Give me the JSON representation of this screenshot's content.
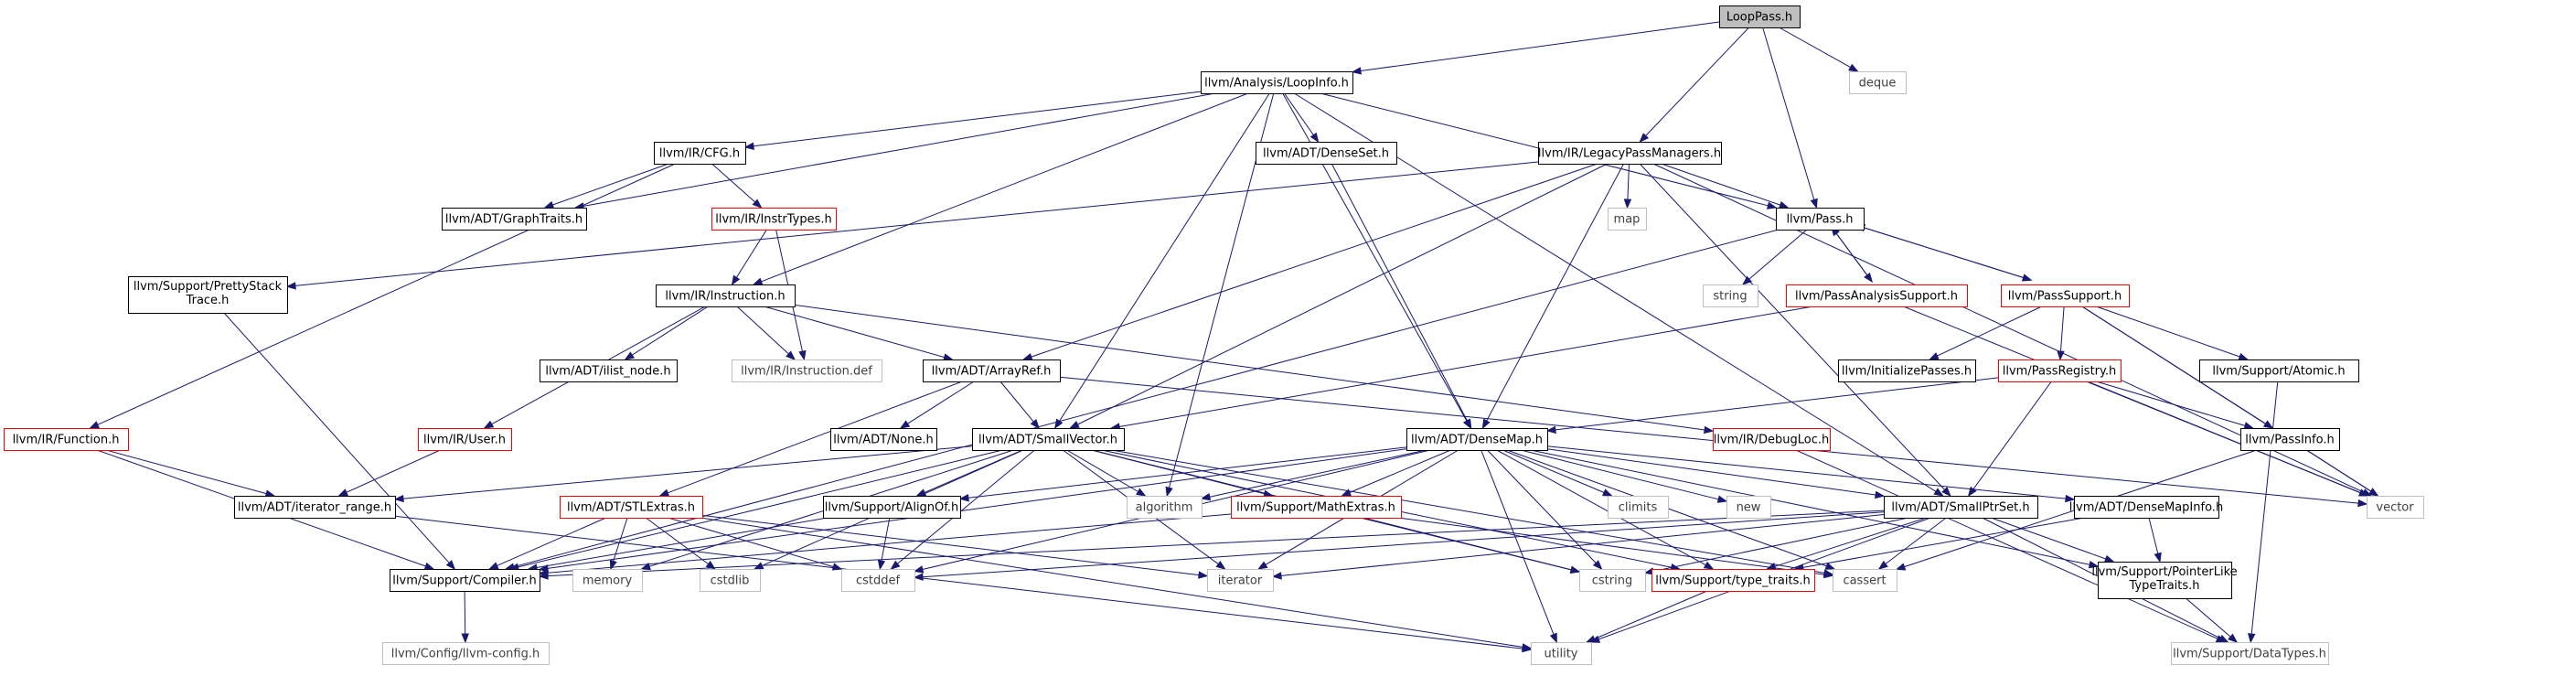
{
  "graph": {
    "title": "LoopPass.h",
    "colors": {
      "edge": "#191970",
      "border_default": "#000000",
      "border_error": "#ff0000",
      "border_system": "#bfbfbf",
      "fill_root": "#bfbfbf",
      "fill_default": "#ffffff",
      "text_default": "#000000",
      "text_system": "#404040"
    },
    "nodes": [
      {
        "id": "n0",
        "label": "LoopPass.h",
        "style": "root"
      },
      {
        "id": "n1",
        "label": "llvm/Analysis/LoopInfo.h",
        "style": "default"
      },
      {
        "id": "n2",
        "label": "llvm/IR/LegacyPassManagers.h",
        "style": "default"
      },
      {
        "id": "n3",
        "label": "deque",
        "style": "system"
      },
      {
        "id": "n4",
        "label": "llvm/Pass.h",
        "style": "default"
      },
      {
        "id": "n5",
        "label": "llvm/IR/CFG.h",
        "style": "default"
      },
      {
        "id": "n6",
        "label": "llvm/ADT/DenseSet.h",
        "style": "default"
      },
      {
        "id": "n7",
        "label": "llvm/ADT/GraphTraits.h",
        "style": "default"
      },
      {
        "id": "n8",
        "label": "llvm/IR/InstrTypes.h",
        "style": "error"
      },
      {
        "id": "n9",
        "label": "map",
        "style": "system"
      },
      {
        "id": "n10",
        "label": "llvm/Support/PrettyStack Trace.h",
        "style": "default"
      },
      {
        "id": "n11",
        "label": "llvm/IR/Instruction.h",
        "style": "default"
      },
      {
        "id": "n12",
        "label": "string",
        "style": "system"
      },
      {
        "id": "n13",
        "label": "llvm/PassAnalysisSupport.h",
        "style": "error"
      },
      {
        "id": "n14",
        "label": "llvm/PassSupport.h",
        "style": "error"
      },
      {
        "id": "n15",
        "label": "llvm/ADT/ilist_node.h",
        "style": "default"
      },
      {
        "id": "n16",
        "label": "llvm/IR/Instruction.def",
        "style": "system"
      },
      {
        "id": "n17",
        "label": "llvm/ADT/ArrayRef.h",
        "style": "default"
      },
      {
        "id": "n18",
        "label": "llvm/InitializePasses.h",
        "style": "default"
      },
      {
        "id": "n19",
        "label": "llvm/PassRegistry.h",
        "style": "error"
      },
      {
        "id": "n20",
        "label": "llvm/Support/Atomic.h",
        "style": "default"
      },
      {
        "id": "n21",
        "label": "llvm/IR/Function.h",
        "style": "error"
      },
      {
        "id": "n22",
        "label": "llvm/IR/User.h",
        "style": "error"
      },
      {
        "id": "n23",
        "label": "llvm/ADT/None.h",
        "style": "default"
      },
      {
        "id": "n24",
        "label": "llvm/ADT/SmallVector.h",
        "style": "default"
      },
      {
        "id": "n25",
        "label": "llvm/ADT/DenseMap.h",
        "style": "default"
      },
      {
        "id": "n26",
        "label": "llvm/IR/DebugLoc.h",
        "style": "error"
      },
      {
        "id": "n27",
        "label": "llvm/PassInfo.h",
        "style": "default"
      },
      {
        "id": "n28",
        "label": "llvm/ADT/iterator_range.h",
        "style": "default"
      },
      {
        "id": "n29",
        "label": "llvm/ADT/STLExtras.h",
        "style": "error"
      },
      {
        "id": "n30",
        "label": "llvm/Support/AlignOf.h",
        "style": "default"
      },
      {
        "id": "n31",
        "label": "algorithm",
        "style": "system"
      },
      {
        "id": "n32",
        "label": "llvm/Support/MathExtras.h",
        "style": "error"
      },
      {
        "id": "n33",
        "label": "climits",
        "style": "system"
      },
      {
        "id": "n34",
        "label": "new",
        "style": "system"
      },
      {
        "id": "n35",
        "label": "llvm/ADT/SmallPtrSet.h",
        "style": "default"
      },
      {
        "id": "n36",
        "label": "llvm/ADT/DenseMapInfo.h",
        "style": "default"
      },
      {
        "id": "n37",
        "label": "vector",
        "style": "system"
      },
      {
        "id": "n38",
        "label": "llvm/Support/Compiler.h",
        "style": "default"
      },
      {
        "id": "n39",
        "label": "memory",
        "style": "system"
      },
      {
        "id": "n40",
        "label": "cstdlib",
        "style": "system"
      },
      {
        "id": "n41",
        "label": "cstddef",
        "style": "system"
      },
      {
        "id": "n42",
        "label": "iterator",
        "style": "system"
      },
      {
        "id": "n43",
        "label": "cstring",
        "style": "system"
      },
      {
        "id": "n44",
        "label": "llvm/Support/type_traits.h",
        "style": "error"
      },
      {
        "id": "n45",
        "label": "cassert",
        "style": "system"
      },
      {
        "id": "n46",
        "label": "llvm/Support/PointerLike TypeTraits.h",
        "style": "default"
      },
      {
        "id": "n47",
        "label": "llvm/Config/llvm-config.h",
        "style": "system"
      },
      {
        "id": "n48",
        "label": "utility",
        "style": "system"
      },
      {
        "id": "n49",
        "label": "llvm/Support/DataTypes.h",
        "style": "system"
      }
    ],
    "edges": [
      [
        "n0",
        "n1"
      ],
      [
        "n0",
        "n2"
      ],
      [
        "n0",
        "n3"
      ],
      [
        "n0",
        "n4"
      ],
      [
        "n1",
        "n5"
      ],
      [
        "n1",
        "n6"
      ],
      [
        "n1",
        "n7"
      ],
      [
        "n1",
        "n4"
      ],
      [
        "n1",
        "n11"
      ],
      [
        "n1",
        "n24"
      ],
      [
        "n1",
        "n25"
      ],
      [
        "n1",
        "n31"
      ],
      [
        "n1",
        "n35"
      ],
      [
        "n2",
        "n4"
      ],
      [
        "n2",
        "n9"
      ],
      [
        "n2",
        "n10"
      ],
      [
        "n2",
        "n17"
      ],
      [
        "n2",
        "n24"
      ],
      [
        "n2",
        "n25"
      ],
      [
        "n2",
        "n35"
      ],
      [
        "n2",
        "n37"
      ],
      [
        "n5",
        "n7"
      ],
      [
        "n5",
        "n8"
      ],
      [
        "n5",
        "n21"
      ],
      [
        "n6",
        "n25"
      ],
      [
        "n8",
        "n11"
      ],
      [
        "n8",
        "n16"
      ],
      [
        "n4",
        "n12"
      ],
      [
        "n4",
        "n13"
      ],
      [
        "n4",
        "n14"
      ],
      [
        "n4",
        "n38"
      ],
      [
        "n13",
        "n4"
      ],
      [
        "n13",
        "n24"
      ],
      [
        "n13",
        "n37"
      ],
      [
        "n14",
        "n4"
      ],
      [
        "n14",
        "n18"
      ],
      [
        "n14",
        "n19"
      ],
      [
        "n14",
        "n27"
      ],
      [
        "n14",
        "n20"
      ],
      [
        "n14",
        "n37"
      ],
      [
        "n10",
        "n38"
      ],
      [
        "n11",
        "n15"
      ],
      [
        "n11",
        "n16"
      ],
      [
        "n11",
        "n17"
      ],
      [
        "n11",
        "n22"
      ],
      [
        "n11",
        "n26"
      ],
      [
        "n17",
        "n23"
      ],
      [
        "n17",
        "n24"
      ],
      [
        "n17",
        "n29"
      ],
      [
        "n17",
        "n37"
      ],
      [
        "n19",
        "n25"
      ],
      [
        "n19",
        "n35"
      ],
      [
        "n19",
        "n27"
      ],
      [
        "n19",
        "n37"
      ],
      [
        "n20",
        "n49"
      ],
      [
        "n21",
        "n28"
      ],
      [
        "n21",
        "n38"
      ],
      [
        "n22",
        "n28"
      ],
      [
        "n24",
        "n28"
      ],
      [
        "n24",
        "n30"
      ],
      [
        "n24",
        "n31"
      ],
      [
        "n24",
        "n32"
      ],
      [
        "n24",
        "n38"
      ],
      [
        "n24",
        "n39"
      ],
      [
        "n24",
        "n40"
      ],
      [
        "n24",
        "n41"
      ],
      [
        "n24",
        "n42"
      ],
      [
        "n24",
        "n43"
      ],
      [
        "n24",
        "n44"
      ],
      [
        "n24",
        "n45"
      ],
      [
        "n25",
        "n30"
      ],
      [
        "n25",
        "n31"
      ],
      [
        "n25",
        "n32"
      ],
      [
        "n25",
        "n33"
      ],
      [
        "n25",
        "n34"
      ],
      [
        "n25",
        "n35"
      ],
      [
        "n25",
        "n36"
      ],
      [
        "n25",
        "n38"
      ],
      [
        "n25",
        "n41"
      ],
      [
        "n25",
        "n42"
      ],
      [
        "n25",
        "n43"
      ],
      [
        "n25",
        "n44"
      ],
      [
        "n25",
        "n45"
      ],
      [
        "n25",
        "n48"
      ],
      [
        "n25",
        "n46"
      ],
      [
        "n26",
        "n49"
      ],
      [
        "n27",
        "n37"
      ],
      [
        "n27",
        "n45"
      ],
      [
        "n28",
        "n48"
      ],
      [
        "n29",
        "n38"
      ],
      [
        "n29",
        "n39"
      ],
      [
        "n29",
        "n40"
      ],
      [
        "n29",
        "n41"
      ],
      [
        "n29",
        "n42"
      ],
      [
        "n29",
        "n48"
      ],
      [
        "n30",
        "n38"
      ],
      [
        "n30",
        "n41"
      ],
      [
        "n32",
        "n38"
      ],
      [
        "n32",
        "n43"
      ],
      [
        "n32",
        "n45"
      ],
      [
        "n35",
        "n38"
      ],
      [
        "n35",
        "n41"
      ],
      [
        "n35",
        "n42"
      ],
      [
        "n35",
        "n43"
      ],
      [
        "n35",
        "n44"
      ],
      [
        "n35",
        "n45"
      ],
      [
        "n35",
        "n46"
      ],
      [
        "n35",
        "n48"
      ],
      [
        "n35",
        "n49"
      ],
      [
        "n36",
        "n44"
      ],
      [
        "n36",
        "n46"
      ],
      [
        "n38",
        "n47"
      ],
      [
        "n44",
        "n48"
      ],
      [
        "n46",
        "n49"
      ]
    ]
  }
}
